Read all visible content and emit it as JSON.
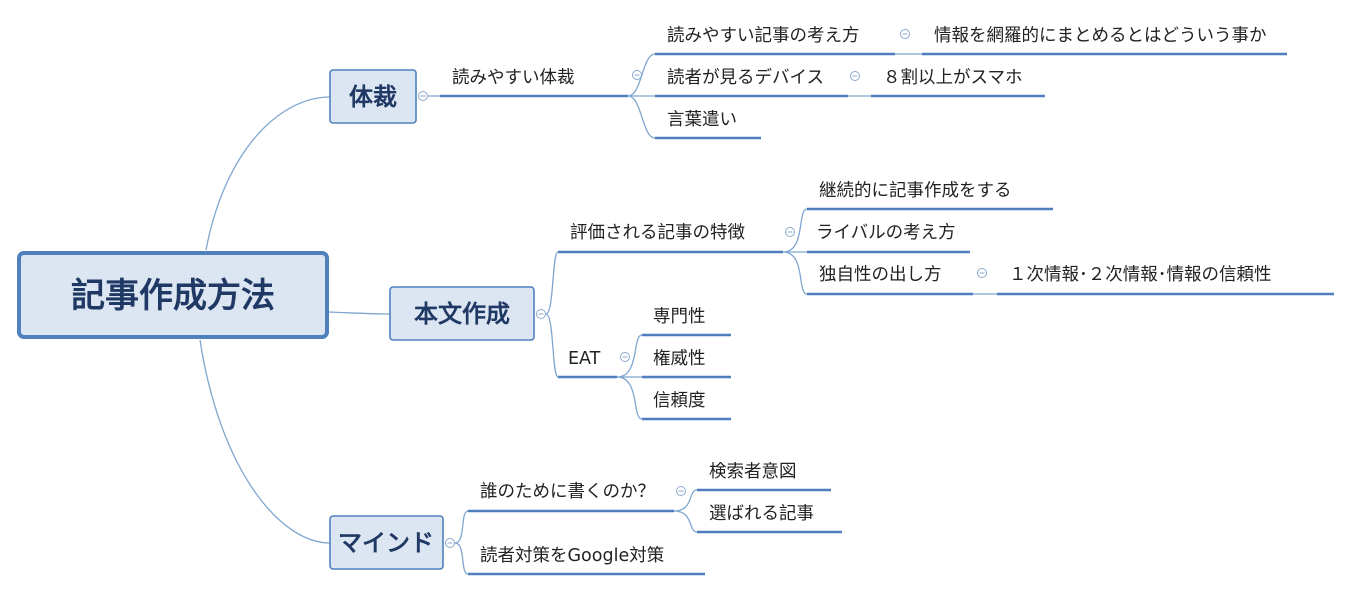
{
  "root": {
    "label": "記事作成方法"
  },
  "branches": {
    "teisai": {
      "label": "体裁",
      "yomiyasui_teisai": {
        "label": "読みやすい体裁",
        "kangaekata": {
          "label": "読みやすい記事の考え方",
          "child": "情報を網羅的にまとめるとはどういう事か"
        },
        "device": {
          "label": "読者が見るデバイス",
          "child": "８割以上がスマホ"
        },
        "kotoba": {
          "label": "言葉遣い"
        }
      }
    },
    "honbun": {
      "label": "本文作成",
      "tokucho": {
        "label": "評価される記事の特徴",
        "keizoku": {
          "label": "継続的に記事作成をする"
        },
        "rival": {
          "label": "ライバルの考え方"
        },
        "dokuji": {
          "label": "独自性の出し方",
          "child": "１次情報･２次情報･情報の信頼性"
        }
      },
      "eat": {
        "label": "EAT",
        "items": [
          "専門性",
          "権威性",
          "信頼度"
        ]
      }
    },
    "mind": {
      "label": "マインド",
      "dare": {
        "label": "誰のために書くのか？",
        "items": [
          "検索者意図",
          "選ばれる記事"
        ]
      },
      "google": {
        "label": "読者対策をGoogle対策"
      }
    }
  }
}
